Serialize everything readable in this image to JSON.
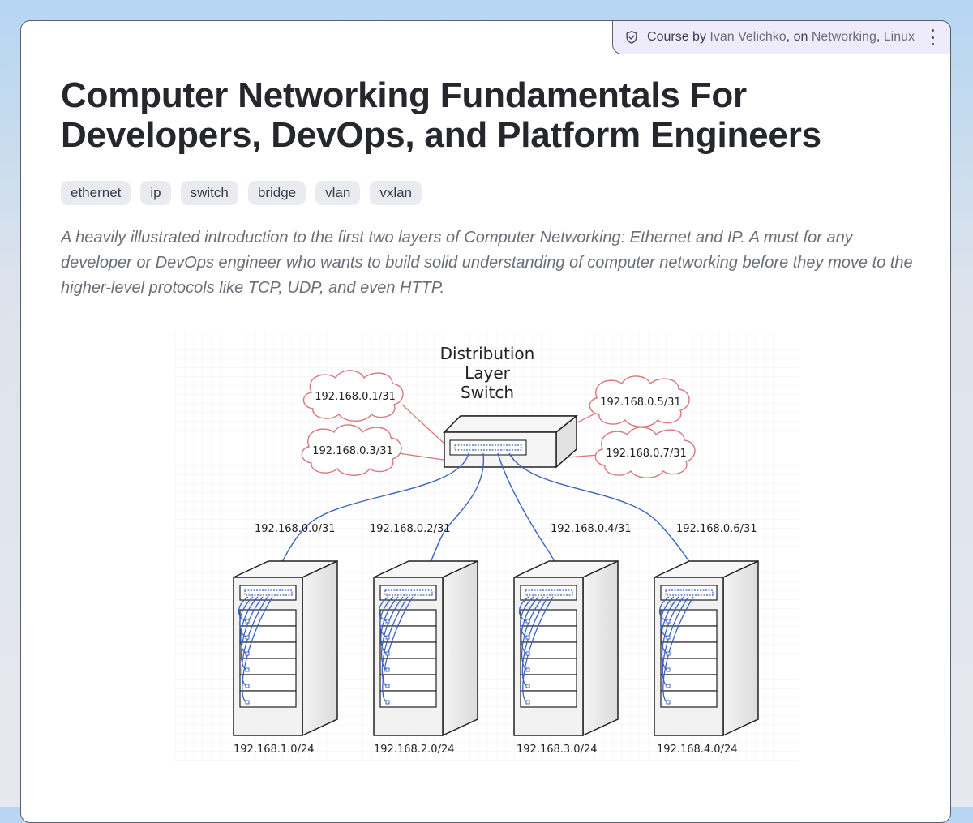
{
  "byline": {
    "prefix": "Course by",
    "author": "Ivan Velichko",
    "on": ", on",
    "topic1": "Networking",
    "separator": ",",
    "topic2": "Linux",
    "icon": "shield-check-icon",
    "menu_icon": "kebab-menu-icon"
  },
  "title": "Computer Networking Fundamentals For Developers, DevOps, and Platform Engineers",
  "tags": [
    "ethernet",
    "ip",
    "switch",
    "bridge",
    "vlan",
    "vxlan"
  ],
  "description": "A heavily illustrated introduction to the first two layers of Computer Networking: Ethernet and IP. A must for any developer or DevOps engineer who wants to build solid understanding of computer networking before they move to the higher-level protocols like TCP, UDP, and even HTTP.",
  "diagram": {
    "switch_label_lines": [
      "Distribution",
      "Layer",
      "Switch"
    ],
    "cloud_labels": [
      "192.168.0.1/31",
      "192.168.0.3/31",
      "192.168.0.5/31",
      "192.168.0.7/31"
    ],
    "uplink_labels": [
      "192.168.0.0/31",
      "192.168.0.2/31",
      "192.168.0.4/31",
      "192.168.0.6/31"
    ],
    "rack_labels": [
      "192.168.1.0/24",
      "192.168.2.0/24",
      "192.168.3.0/24",
      "192.168.4.0/24"
    ],
    "colors": {
      "cloud": "#d9777a",
      "cable": "#3b63c4",
      "ink": "#222222"
    }
  }
}
